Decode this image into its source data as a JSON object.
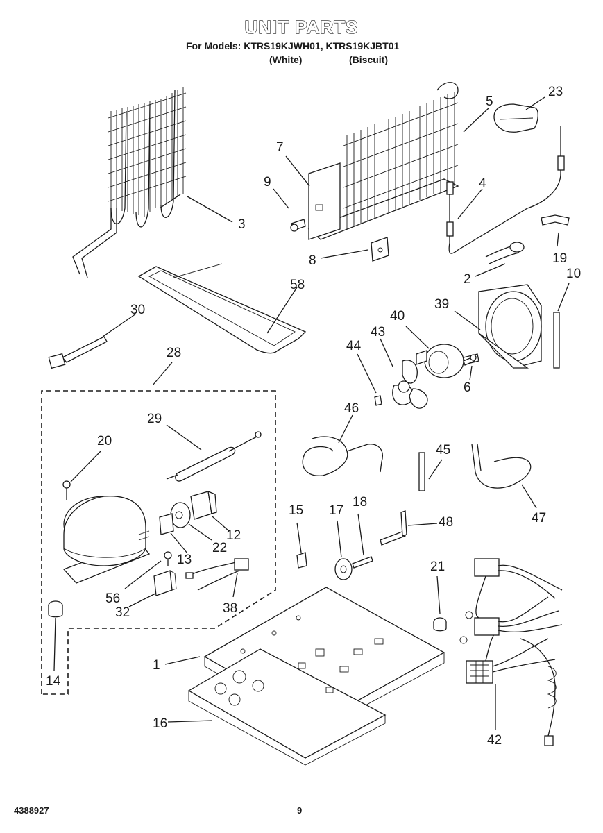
{
  "header": {
    "title": "UNIT PARTS",
    "models_line": "For Models: KTRS19KJWH01, KTRS19KJBT01",
    "variant_white": "(White)",
    "variant_biscuit": "(Biscuit)"
  },
  "footer": {
    "doc_number": "4388927",
    "page_number": "9"
  },
  "callouts": [
    {
      "id": "c3",
      "label": "3"
    },
    {
      "id": "c5",
      "label": "5"
    },
    {
      "id": "c23",
      "label": "23"
    },
    {
      "id": "c7",
      "label": "7"
    },
    {
      "id": "c9",
      "label": "9"
    },
    {
      "id": "c4",
      "label": "4"
    },
    {
      "id": "c8",
      "label": "8"
    },
    {
      "id": "c19",
      "label": "19"
    },
    {
      "id": "c2",
      "label": "2"
    },
    {
      "id": "c10",
      "label": "10"
    },
    {
      "id": "c58",
      "label": "58"
    },
    {
      "id": "c30",
      "label": "30"
    },
    {
      "id": "c39",
      "label": "39"
    },
    {
      "id": "c40",
      "label": "40"
    },
    {
      "id": "c43",
      "label": "43"
    },
    {
      "id": "c44",
      "label": "44"
    },
    {
      "id": "c6",
      "label": "6"
    },
    {
      "id": "c28",
      "label": "28"
    },
    {
      "id": "c46",
      "label": "46"
    },
    {
      "id": "c29",
      "label": "29"
    },
    {
      "id": "c20",
      "label": "20"
    },
    {
      "id": "c45",
      "label": "45"
    },
    {
      "id": "c12",
      "label": "12"
    },
    {
      "id": "c22",
      "label": "22"
    },
    {
      "id": "c13",
      "label": "13"
    },
    {
      "id": "c47",
      "label": "47"
    },
    {
      "id": "c15",
      "label": "15"
    },
    {
      "id": "c17",
      "label": "17"
    },
    {
      "id": "c18",
      "label": "18"
    },
    {
      "id": "c48",
      "label": "48"
    },
    {
      "id": "c56",
      "label": "56"
    },
    {
      "id": "c32",
      "label": "32"
    },
    {
      "id": "c38",
      "label": "38"
    },
    {
      "id": "c21",
      "label": "21"
    },
    {
      "id": "c1",
      "label": "1"
    },
    {
      "id": "c14",
      "label": "14"
    },
    {
      "id": "c16",
      "label": "16"
    },
    {
      "id": "c42",
      "label": "42"
    }
  ]
}
